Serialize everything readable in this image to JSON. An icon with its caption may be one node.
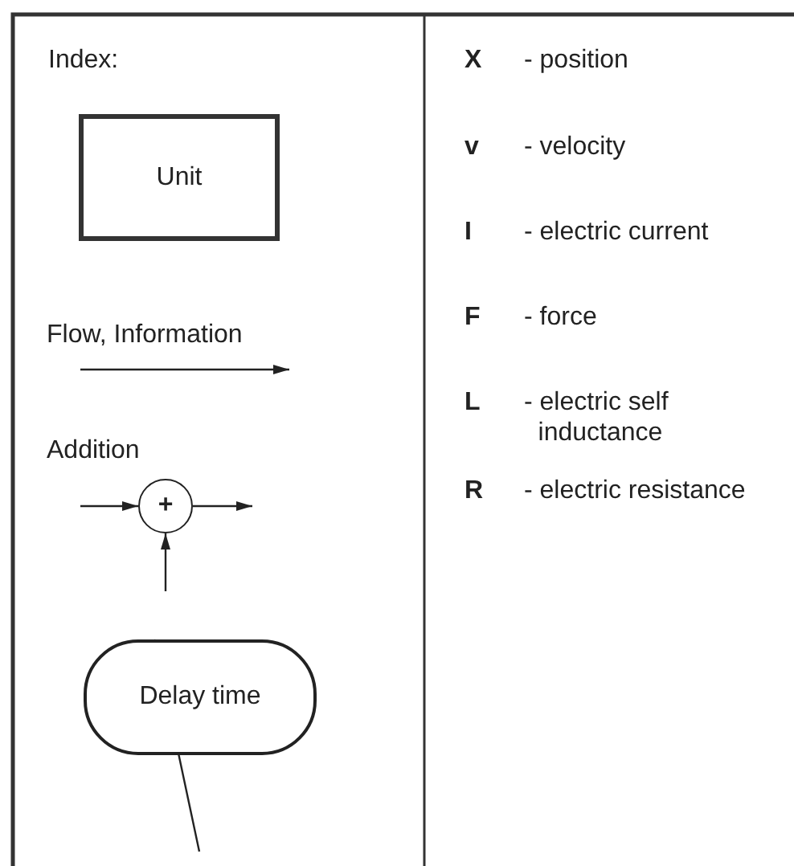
{
  "diagram": {
    "nodes": [
      {
        "text": [
          "Unit"
        ]
      },
      {
        "text": [
          "+"
        ]
      },
      {
        "text": [
          "Delay time"
        ]
      }
    ],
    "edges": [
      {
        "from": null,
        "to": 1,
        "arrow": "to"
      },
      {
        "from": 1,
        "to": null,
        "arrow": "to"
      },
      {
        "from": null,
        "to": 1,
        "arrow": "to"
      },
      {
        "from": 2,
        "to": null,
        "arrow": "none"
      }
    ],
    "labels": [
      "Index:",
      "Flow, Information",
      "Addition",
      "X",
      "- position",
      "v",
      "- velocity",
      "I",
      "- electric current",
      "F",
      "- force",
      "L",
      "- electric self inductance",
      "R",
      "- electric resistance"
    ]
  }
}
